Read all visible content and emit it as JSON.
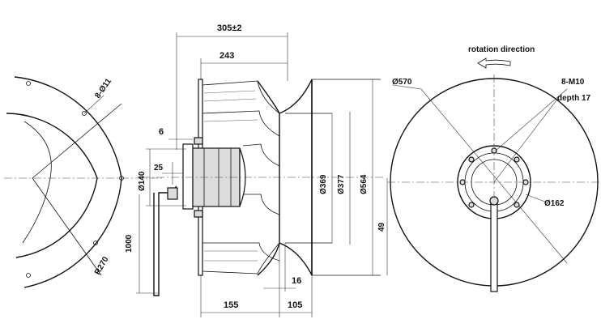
{
  "side_view": {
    "overall_depth": "305±2",
    "impeller_depth": "243",
    "flange_offset": "6",
    "shaft_offset": "25",
    "hub_diameter": "Ø140",
    "cable_length": "1000",
    "motor_depth": "155",
    "inlet_depth": "105",
    "inlet_offset": "16",
    "dia_369": "Ø369",
    "dia_377": "Ø377",
    "dia_564": "Ø564"
  },
  "left_view": {
    "mount_holes": "8-Ø11",
    "radius": "R270"
  },
  "front_view": {
    "rotation_label": "rotation direction",
    "outer_diameter": "Ø570",
    "threaded_holes": "8-M10",
    "thread_depth": "depth 17",
    "bolt_circle": "Ø162",
    "height_offset": "49"
  },
  "colors": {
    "line": "#111111",
    "fill": "#dcdcdc"
  }
}
